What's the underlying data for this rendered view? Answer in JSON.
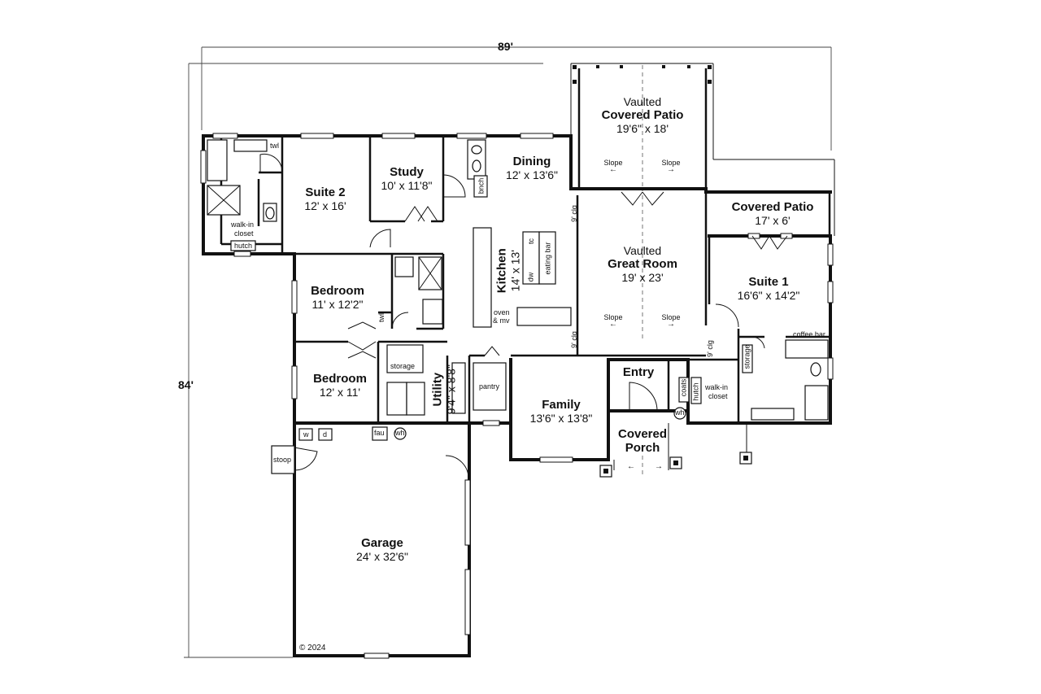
{
  "dimensions": {
    "width": "89'",
    "depth": "84'"
  },
  "rooms": {
    "covered_patio_top": {
      "prefix": "Vaulted",
      "name": "Covered Patio",
      "size": "19'6\" x 18'"
    },
    "covered_patio_right": {
      "name": "Covered Patio",
      "size": "17' x 6'"
    },
    "suite2": {
      "name": "Suite 2",
      "size": "12' x 16'"
    },
    "study": {
      "name": "Study",
      "size": "10' x 11'8\""
    },
    "dining": {
      "name": "Dining",
      "size": "12' x 13'6\""
    },
    "kitchen": {
      "name": "Kitchen",
      "size": "14' x 13'"
    },
    "great_room": {
      "prefix": "Vaulted",
      "name": "Great Room",
      "size": "19' x 23'"
    },
    "suite1": {
      "name": "Suite 1",
      "size": "16'6\" x 14'2\""
    },
    "bedroom1": {
      "name": "Bedroom",
      "size": "11' x 12'2\""
    },
    "bedroom2": {
      "name": "Bedroom",
      "size": "12' x 11'"
    },
    "utility": {
      "name": "Utility",
      "size": "9'4\" x 8'8\""
    },
    "family": {
      "name": "Family",
      "size": "13'6\" x 13'8\""
    },
    "entry": {
      "name": "Entry"
    },
    "covered_porch": {
      "line1": "Covered",
      "line2": "Porch"
    },
    "garage": {
      "name": "Garage",
      "size": "24' x 32'6\""
    }
  },
  "labels": {
    "twl_1": "twl",
    "twl_2": "twl",
    "walkin_closet_1": "walk-in",
    "walkin_closet_2": "closet",
    "hutch_1": "hutch",
    "hutch_2": "hutch",
    "walkin_closet_3": "walk-in",
    "walkin_closet_4": "closet",
    "bnch": "bnch",
    "dw": "dw",
    "tc": "tc",
    "eating_bar": "eating bar",
    "oven_1": "oven",
    "oven_2": "& mv",
    "clg_1": "9' clg",
    "clg_2": "9' clg",
    "clg_3": "9' clg",
    "pantry": "pantry",
    "storage_1": "storage",
    "storage_2": "storage",
    "coffee_bar": "coffee bar",
    "coats": "coats",
    "wh_1": "wh",
    "wh_2": "wh",
    "w": "w",
    "d": "d",
    "fau": "fau",
    "stoop": "stoop",
    "copyright": "© 2024"
  },
  "slope": {
    "label": "Slope"
  },
  "colors": {
    "ink": "#111111",
    "background": "#ffffff"
  }
}
